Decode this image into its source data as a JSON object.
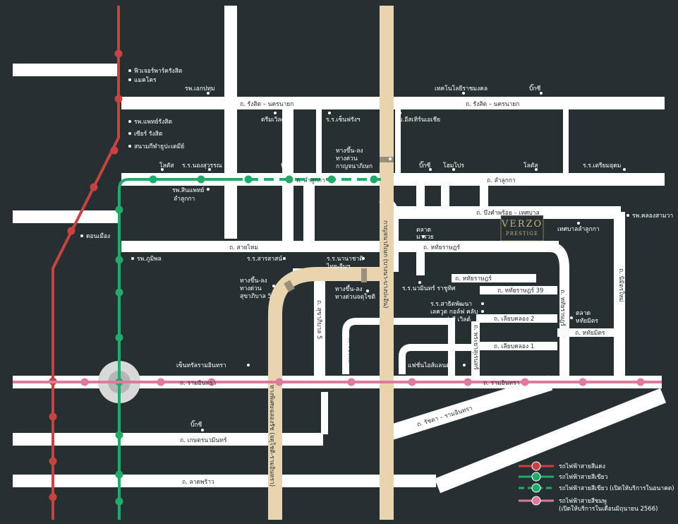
{
  "colors": {
    "background": "#263032",
    "road": "#ffffff",
    "expressway": "#e8d5b0",
    "red_line": "#c9423f",
    "green_line": "#23a96a",
    "pink_line": "#e0799e",
    "logo": "#c9b07a"
  },
  "roads": {
    "rangsit_nakhonnayok_1": "ถ. รังสิต – นครนายก",
    "rangsit_nakhonnayok_2": "ถ. รังสิต – นครนายก",
    "lam_luk_ka_1": "ถ. ลำลูกกา",
    "lam_luk_ka_2": "ถ. ลำลูกกา",
    "bueng_kham_phroi": "ถ. บึงคำพร้อย – เทศบาล",
    "sai_mai": "ถ. สายไหม",
    "hathairat": "ถ. หทัยราษฎร์",
    "hathairat_39": "ถ. หทัยราษฎร์ 39",
    "hathairat_alley": "ถ. หทัยราษฎร์",
    "sukhaphiban5": "ถ. สุขาภิบาล 5",
    "liap_khlong_2": "ถ. เลียบคลอง 2",
    "liap_khlong_1": "ถ. เลียบคลอง 1",
    "phraya_suren": "ถ. พระยาสุเรนทร์",
    "ram_inthra_1": "ถ. รามอินทรา",
    "ram_inthra_2": "ถ. รามอินทรา",
    "nimit_mai": "ถ. นิมิตรใหม่",
    "hathai_mit": "ถ. หทัยมิตร",
    "kanchanaphisek": "กาญจนาภิเษก (บางนา-บางปะอิน)",
    "at_narong": "ถ. รัชดา – รามอินทรา",
    "serithai": "ถ. เสรีไทย",
    "kaset_nawamin": "ถ. เกษตรนวมินทร์",
    "lat_phrao": "ถ. ลาดพร้าว",
    "expressway_label": "ทางพิเศษฉลองรัช (จตุโชติ-รามอินทรา)",
    "ramindra_side": "ถ. วัชรพล"
  },
  "places": {
    "future_park": "ฟิวเจอร์พาร์ครังสิต",
    "makro": "แมคโคร",
    "ekpanyo_hospital": "รพ.เอกปทุม",
    "rajamangala": "เทคโนโลยีราชมงคล",
    "big_c_top": "บิ๊กซี",
    "paolo_hospital": "รพ.แพทย์รังสิต",
    "dreamworld": "ดรีมเวิลด์",
    "school_sai_mai": "ร.ร.เซ็นฟรังฯ",
    "mueang_asia": "ม.อีสเทิร์นเอเชีย",
    "zeer_rangsit": "เซียร์ รังสิต",
    "stadium": "สนามกีฬาธูปะเตมีย์",
    "expressway_entry1": "ทางขึ้น-ลง",
    "expressway_entry1b": "ทางด่วน",
    "expressway_entry1c": "กาญจนาภิเษก",
    "lotus_1": "โลตัส",
    "school_nong": "ร.ร.นองสุวรรณ",
    "big_c_2": "บิ๊กซี",
    "big_c_3": "บิ๊กซี",
    "home_pro": "โฮมโปร",
    "lotus_2": "โลตัส",
    "school_right": "ร.ร.เตรียมอุดม",
    "rattanathibet_hospital": "รพ.สินแพทย์",
    "rattanathibet_hospital2": "ลำลูกกา",
    "khlong_sam_wa": "รพ.คลองสามวา",
    "don_mueang": "ดอนเมือง",
    "market_tha": "ตลาด",
    "market_tha2": "มารวย",
    "kaset_lamlukka": "เทศบาลลำลูกกา",
    "phumiphon_hospital": "รพ.ภูมิพล",
    "school_sai_mai_2": "ร.ร.สารสาสน์",
    "international_school": "ร.ร.นานาชาติ",
    "international_school2": "ไทย-จีนฯ",
    "expressway_entry2": "ทางขึ้น-ลง",
    "expressway_entry2b": "ทางด่วน",
    "expressway_entry2c": "สุขาภิบาล 5",
    "school_nawamin": "ร.ร.นวมินทร์ ราชูทิศ",
    "expressway_entry3": "ทางขึ้น-ลง",
    "expressway_entry3b": "ทางด่วนจตุโชติ",
    "lotus_rama": "ร.ร.สาธิตพัฒนา",
    "golf": "เลควูด กอล์ฟ คลับ",
    "safari": "ซาฟารี เวิลด์",
    "market_hathai": "ตลาด",
    "market_hathai2": "หทัยมิตร",
    "central_ramindra": "เซ็นทรัลรามอินทรา",
    "fashion_island": "แฟชั่นไอส์แลนด์",
    "big_c_bottom": "บิ๊กซี"
  },
  "logo": {
    "name": "VERZO",
    "subtitle": "PRESTIGE"
  },
  "legend": {
    "red": "รถไฟฟ้าสายสีแดง",
    "green": "รถไฟฟ้าสายสีเขียว",
    "green_future": "รถไฟฟ้าสายสีเขียว (เปิดให้บริการในอนาคต)",
    "pink": "รถไฟฟ้าสายสีชมพู",
    "pink_note": "(เปิดให้บริการในเดือนมิถุนายน 2566)"
  }
}
